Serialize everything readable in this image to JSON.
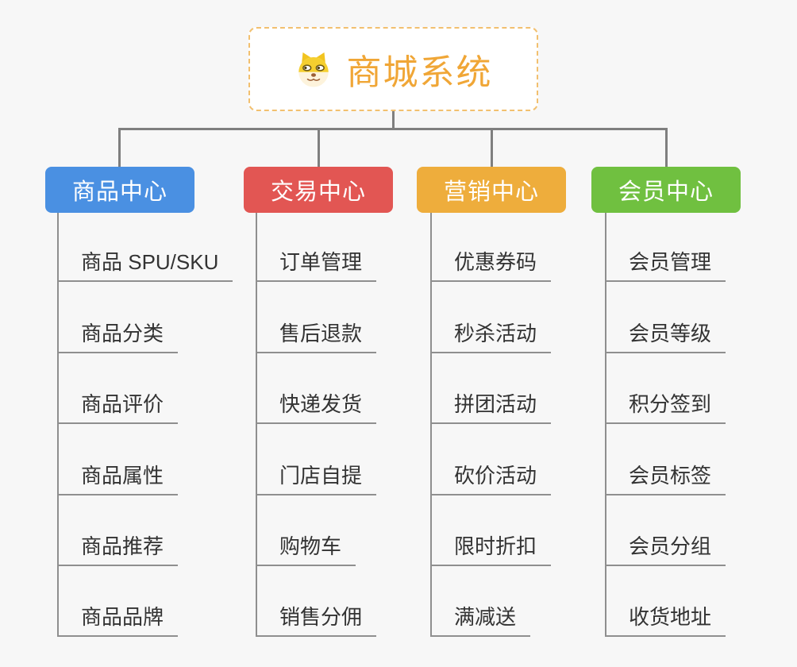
{
  "page": {
    "background_color": "#F7F7F7",
    "connector_color": "#7F7F7F",
    "underline_color": "#8F8F8F",
    "item_text_color": "#333333"
  },
  "root": {
    "title": "商城系统",
    "title_color": "#F0A636",
    "border_color": "#F2C06F",
    "icon": "doge-icon"
  },
  "branches": [
    {
      "label": "商品中心",
      "color": "#4A90E2",
      "items": [
        "商品 SPU/SKU",
        "商品分类",
        "商品评价",
        "商品属性",
        "商品推荐",
        "商品品牌"
      ]
    },
    {
      "label": "交易中心",
      "color": "#E25653",
      "items": [
        "订单管理",
        "售后退款",
        "快递发货",
        "门店自提",
        "购物车",
        "销售分佣"
      ]
    },
    {
      "label": "营销中心",
      "color": "#EEAD3C",
      "items": [
        "优惠券码",
        "秒杀活动",
        "拼团活动",
        "砍价活动",
        "限时折扣",
        "满减送"
      ]
    },
    {
      "label": "会员中心",
      "color": "#70C040",
      "items": [
        "会员管理",
        "会员等级",
        "积分签到",
        "会员标签",
        "会员分组",
        "收货地址"
      ]
    }
  ]
}
